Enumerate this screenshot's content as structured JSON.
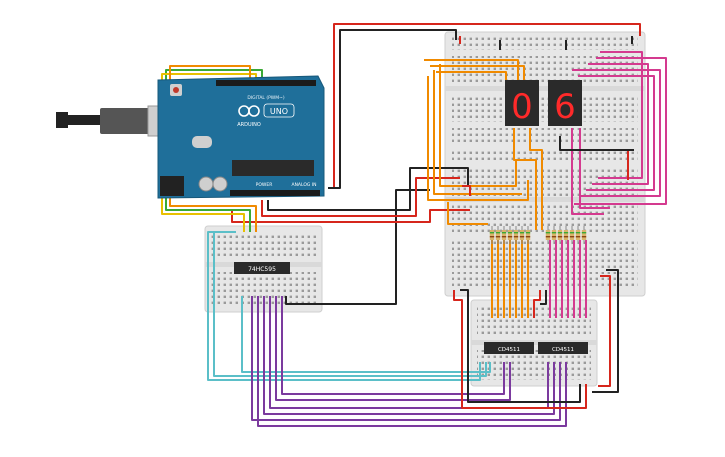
{
  "arduino": {
    "brand": "ARDUINO",
    "model": "UNO",
    "digital_label": "DIGITAL (PWM~)",
    "power_label": "POWER",
    "analog_label": "ANALOG IN",
    "board_color": "#1f6f9a",
    "chip_color": "#2a2a2a"
  },
  "shift_register": {
    "label": "74HC595"
  },
  "decoders": [
    {
      "label": "CD4511"
    },
    {
      "label": "CD4511"
    }
  ],
  "displays": [
    {
      "digit": "0"
    },
    {
      "digit": "6"
    }
  ],
  "colors": {
    "red": "#d6261c",
    "black": "#222222",
    "orange": "#f08a00",
    "magenta": "#d43a8f",
    "purple": "#7b3a9e",
    "cyan": "#5bbfc8",
    "green": "#3aa935",
    "yellow": "#e8c000",
    "breadboard": "#e9e9e9",
    "segment_on": "#ff2a2a"
  }
}
